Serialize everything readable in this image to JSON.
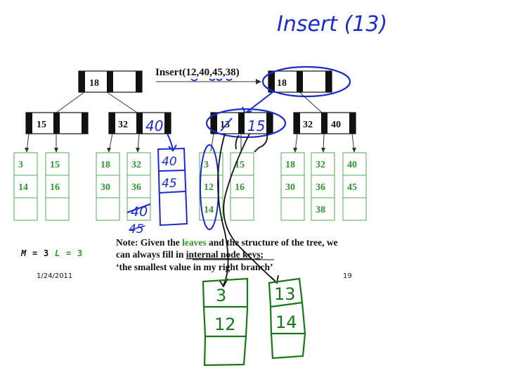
{
  "header": {
    "handwritten_title": "Insert (13)",
    "operation": "Insert(12,40,45,38)"
  },
  "tree_left": {
    "root": "18",
    "inner_left": "15",
    "inner_right": "32",
    "inner_right_added": "40",
    "leaves": [
      [
        "3",
        "14",
        ""
      ],
      [
        "15",
        "16",
        ""
      ],
      [
        "18",
        "30",
        ""
      ],
      [
        "32",
        "36",
        "40"
      ],
      [
        "40",
        "45",
        ""
      ]
    ],
    "extra_below": "45"
  },
  "tree_right": {
    "root": "18",
    "inner_left_struck": "13",
    "inner_left": "15",
    "inner_right_k1": "32",
    "inner_right_k2": "40",
    "leaves": [
      [
        "3",
        "12",
        "14"
      ],
      [
        "15",
        "16",
        ""
      ],
      [
        "18",
        "30",
        ""
      ],
      [
        "32",
        "36",
        "38"
      ],
      [
        "40",
        "45",
        ""
      ]
    ]
  },
  "note": {
    "line1_pre": "Note:  Given the ",
    "line1_highlight": "leaves",
    "line1_post": " and the structure of the tree, we",
    "line2_pre": "can always fill in ",
    "line2_underlined": "internal node keys",
    "line2_post": ";",
    "line3": "‘the smallest value in my right branch’"
  },
  "params": {
    "m_label": "M",
    "eq1": "=",
    "m_value": "3",
    "l_label": "L",
    "eq2": "=",
    "l_value": "3"
  },
  "footer": {
    "date": "1/24/2011",
    "page": "19"
  },
  "split_leaves": {
    "left": [
      "3",
      "12"
    ],
    "right": [
      "13",
      "14"
    ]
  },
  "colors": {
    "ink_blue": "#1a2bd0",
    "ink_green": "#157a15",
    "leaf_green": "#4caf50",
    "note_green": "#2e9a2e",
    "mono_green": "#2a9a2a",
    "ink_black": "#111111"
  }
}
